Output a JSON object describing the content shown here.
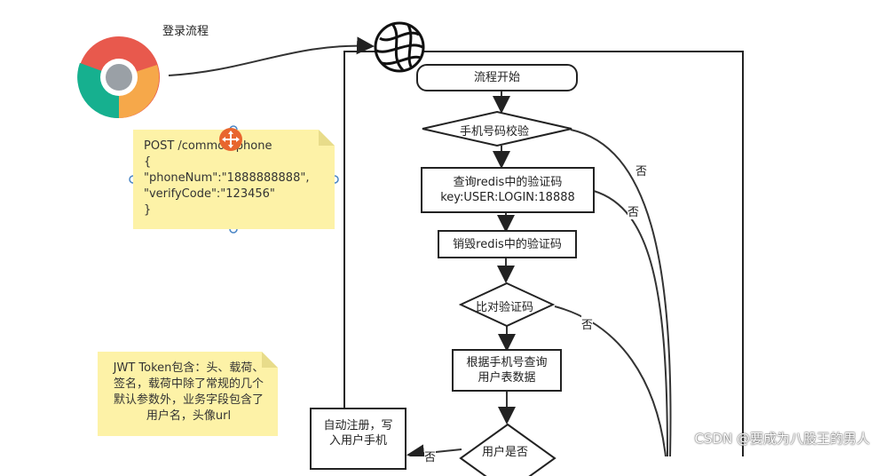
{
  "title": "登录流程",
  "note_request": {
    "line1": "POST /common/phone",
    "line2": "{",
    "line3": "\"phoneNum\":\"1888888888\",",
    "line4": "\"verifyCode\":\"123456\"",
    "line5": "}"
  },
  "note_jwt": {
    "text": "JWT Token包含：头、载荷、签名，载荷中除了常规的几个默认参数外，业务字段包含了用户名，头像url"
  },
  "flow": {
    "start": "流程开始",
    "check_phone": "手机号码校验",
    "query_redis_line1": "查询redis中的验证码",
    "query_redis_line2": "key:USER:LOGIN:18888",
    "destroy_redis": "销毁redis中的验证码",
    "compare_code": "比对验证码",
    "query_user_line1": "根据手机号查询",
    "query_user_line2": "用户表数据",
    "user_exists": "用户是否",
    "auto_register_line1": "自动注册，写",
    "auto_register_line2": "入用户手机",
    "no_1": "否",
    "no_2": "否",
    "no_3": "否",
    "no_4": "否"
  },
  "watermark": "CSDN @要成为八股王的男人",
  "colors": {
    "note": "#fdf2a7",
    "chrome_red": "#e8594d",
    "chrome_green": "#16b08f",
    "chrome_yellow": "#f6a84a",
    "chrome_center": "#9aa0a6",
    "selection_handle": "#4a86c5",
    "move_icon": "#e8662e"
  }
}
